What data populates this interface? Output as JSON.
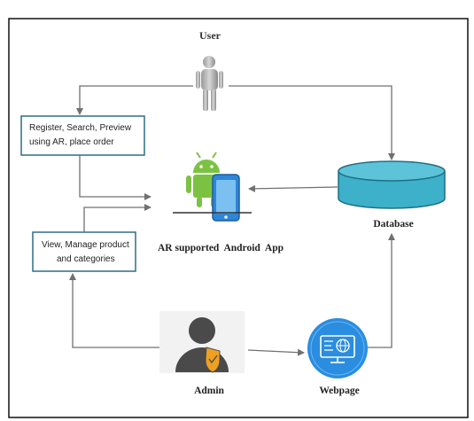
{
  "nodes": {
    "user": {
      "label": "User",
      "icon": "user-icon"
    },
    "register_box": {
      "line1": "Register, Search, Preview",
      "line2": "using AR, place order"
    },
    "view_box": {
      "line1": "View, Manage product",
      "line2": "and categories"
    },
    "app": {
      "label": "AR supported  Android  App",
      "icon": "android-phone-icon"
    },
    "database": {
      "label": "Database",
      "icon": "database-cylinder-icon"
    },
    "admin": {
      "label": "Admin",
      "icon": "admin-shield-icon"
    },
    "webpage": {
      "label": "Webpage",
      "icon": "globe-monitor-icon"
    }
  },
  "colors": {
    "box_border": "#2e6d87",
    "arrow": "#707070",
    "db_fill": "#3cb1c9",
    "db_stroke": "#1f6f85",
    "android_green": "#7cc242",
    "phone_blue": "#2f86d8",
    "admin_dark": "#4a4a4a",
    "admin_badge": "#f0a020",
    "web_blue": "#2a8de0"
  }
}
